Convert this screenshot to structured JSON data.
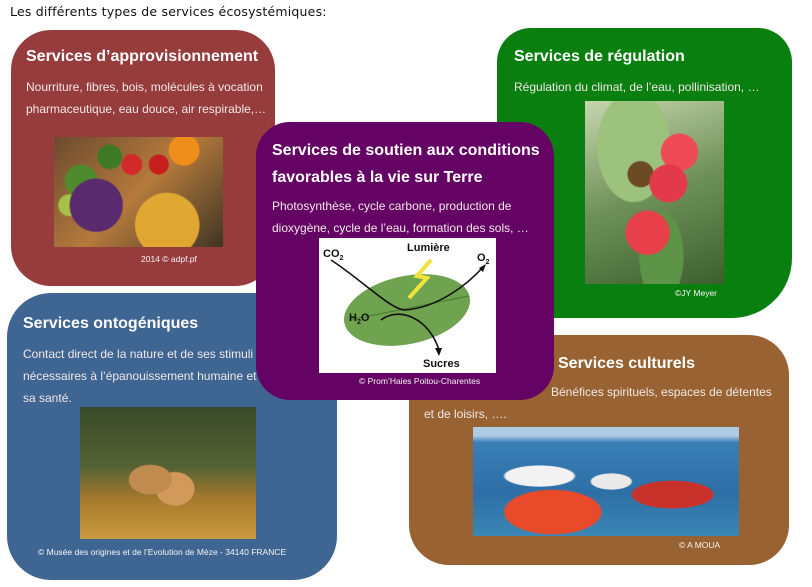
{
  "page": {
    "title": "Les différents types de services écosystémiques:"
  },
  "cards": {
    "provisioning": {
      "title": "Services d’approvisionnement",
      "description": "Nourriture, fibres, bois, molécules à vocation pharmaceutique, eau douce, air respirable,…",
      "image": "fruits-and-vegetables-photo",
      "credit": "2014 © adpf.pf",
      "color": "#963c3c"
    },
    "regulation": {
      "title": "Services de régulation",
      "description": "Régulation du climat, de l’eau, pollinisation, …",
      "image": "bee-on-red-flower-photo",
      "credit": "©JY Meyer",
      "color": "#097f10"
    },
    "support": {
      "title": "Services de soutien aux conditions favorables à la vie sur Terre",
      "description": "Photosynthèse, cycle carbone, production de dioxygène, cycle de l’eau, formation des sols, …",
      "image": "photosynthesis-diagram",
      "diagram": {
        "co2": "CO",
        "co2_sub": "2",
        "light": "Lumière",
        "o2": "O",
        "o2_sub": "2",
        "h2o_h": "H",
        "h2o_sub": "2",
        "h2o_o": "O",
        "sugars": "Sucres"
      },
      "credit": "© Prom’Haies Poitou-Charentes",
      "color": "#650365"
    },
    "ontogenic": {
      "title": "Services ontogéniques",
      "description": "Contact direct de la nature et de ses stimuli nécessaires à l’épanouissement humaine et à sa santé.",
      "image": "early-humans-in-forest-photo",
      "credit": "© Musée des origines et de l’Evolution de Mèze - 34140 FRANCE",
      "color": "#3f6592"
    },
    "cultural": {
      "title": "Services culturels",
      "description": "Bénéfices spirituels, espaces de détentes et de loisirs, ….",
      "image": "outrigger-canoe-race-photo",
      "credit": "© A MOUA",
      "color": "#986232"
    }
  }
}
